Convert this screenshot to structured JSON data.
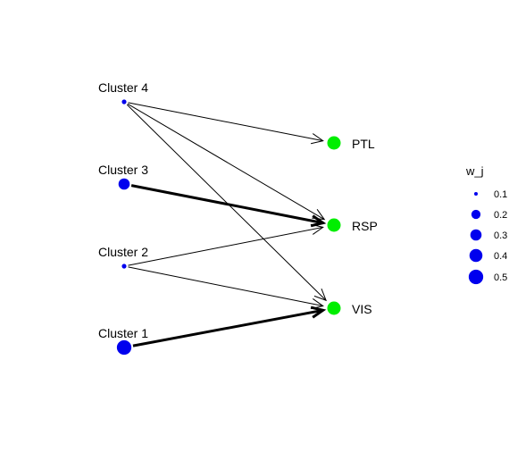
{
  "colors": {
    "source_node": "#0000ee",
    "target_node": "#00ee00",
    "edge": "#000000"
  },
  "sources": [
    {
      "id": "c4",
      "label": "Cluster 4",
      "w": 0.05
    },
    {
      "id": "c3",
      "label": "Cluster 3",
      "w": 0.3
    },
    {
      "id": "c2",
      "label": "Cluster 2",
      "w": 0.05
    },
    {
      "id": "c1",
      "label": "Cluster 1",
      "w": 0.5
    }
  ],
  "targets": [
    {
      "id": "ptl",
      "label": "PTL"
    },
    {
      "id": "rsp",
      "label": "RSP"
    },
    {
      "id": "vis",
      "label": "VIS"
    }
  ],
  "edges": [
    {
      "from": "c4",
      "to": "ptl",
      "weight": 1
    },
    {
      "from": "c4",
      "to": "rsp",
      "weight": 1
    },
    {
      "from": "c4",
      "to": "vis",
      "weight": 1
    },
    {
      "from": "c3",
      "to": "rsp",
      "weight": 3
    },
    {
      "from": "c2",
      "to": "rsp",
      "weight": 1
    },
    {
      "from": "c2",
      "to": "vis",
      "weight": 1
    },
    {
      "from": "c1",
      "to": "vis",
      "weight": 3
    }
  ],
  "legend": {
    "title": "w_j",
    "items": [
      {
        "label": "0.1",
        "w": 0.1
      },
      {
        "label": "0.2",
        "w": 0.2
      },
      {
        "label": "0.3",
        "w": 0.3
      },
      {
        "label": "0.4",
        "w": 0.4
      },
      {
        "label": "0.5",
        "w": 0.5
      }
    ]
  }
}
